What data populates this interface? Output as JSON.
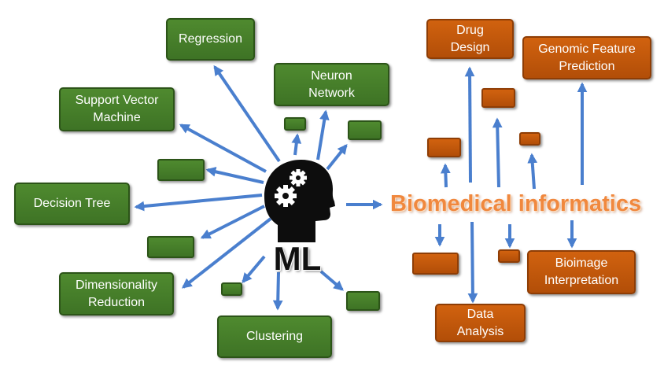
{
  "ml": {
    "label": "ML",
    "icon": "head-with-gears-icon",
    "methods": {
      "regression": "Regression",
      "neuron_network": "Neuron\nNetwork",
      "support_vector_machine": "Support Vector\nMachine",
      "decision_tree": "Decision Tree",
      "dimensionality_reduction": "Dimensionality\nReduction",
      "clustering": "Clustering"
    }
  },
  "biomedical": {
    "title": "Biomedical informatics",
    "applications": {
      "drug_design": "Drug\nDesign",
      "genomic_feature_prediction": "Genomic Feature\nPrediction",
      "bioimage_interpretation": "Bioimage\nInterpretation",
      "data_analysis": "Data\nAnalysis"
    }
  },
  "colors": {
    "green_box": "#3e7325",
    "orange_box": "#c2570b",
    "arrow": "#4a7fce",
    "bio_title": "#f0883e"
  }
}
